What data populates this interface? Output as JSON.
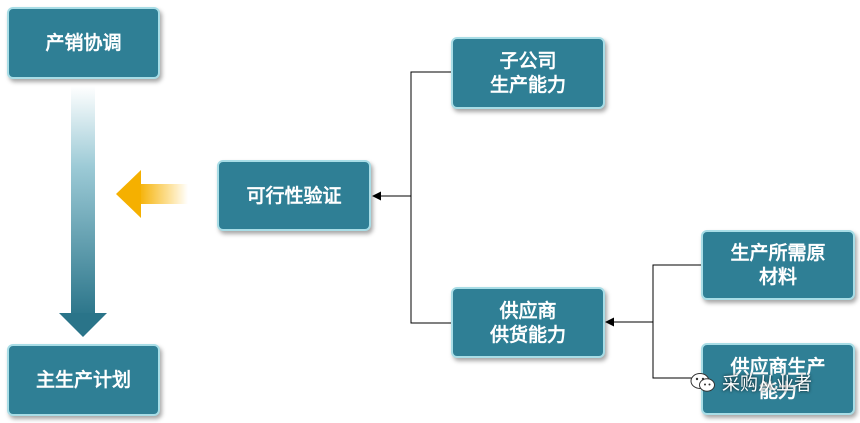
{
  "nodes": {
    "coordination": "产销协调",
    "master_plan": "主生产计划",
    "feasibility": "可行性验证",
    "subsidiary": [
      "子公司",
      "生产能力"
    ],
    "supplier": [
      "供应商",
      "供货能力"
    ],
    "materials": [
      "生产所需原",
      "材料"
    ],
    "supplier_production": [
      "供应商生产",
      "能力"
    ]
  },
  "watermark": {
    "text": "采购从业者",
    "icon": "wechat-icon"
  },
  "colors": {
    "box_fill": "#2f7f95",
    "box_border": "#a8dde6",
    "flow_arrow": "#2f7f95",
    "feedback_arrow": "#f5b700",
    "connector": "#000000"
  }
}
